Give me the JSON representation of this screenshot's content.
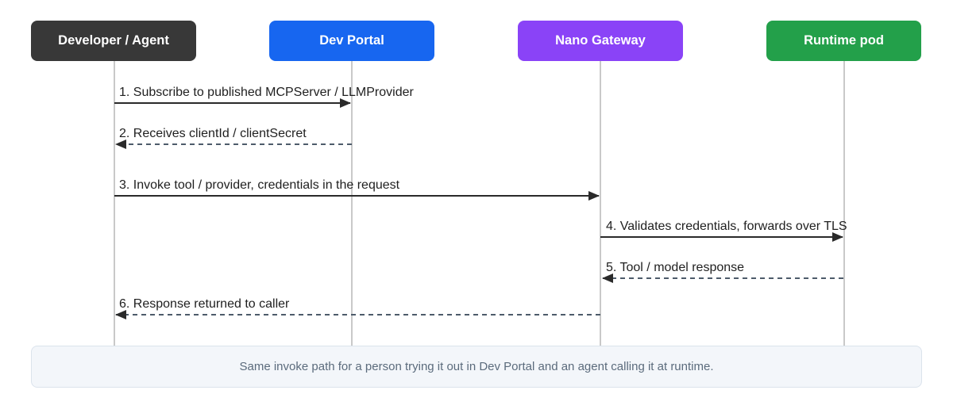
{
  "colors": {
    "developer": "#383838",
    "devportal": "#1766f0",
    "gateway": "#8a43f7",
    "runtime": "#23a04a",
    "lifeline": "#c9c9c9",
    "solid_arrow": "#2a2a2a",
    "dashed_arrow": "#4d5b6a"
  },
  "actors": [
    {
      "id": "developer",
      "label": "Developer / Agent"
    },
    {
      "id": "devportal",
      "label": "Dev Portal"
    },
    {
      "id": "gateway",
      "label": "Nano Gateway"
    },
    {
      "id": "runtime",
      "label": "Runtime pod"
    }
  ],
  "messages": [
    {
      "label": "1. Subscribe to published MCPServer / LLMProvider",
      "from": "developer",
      "to": "devportal",
      "style": "solid"
    },
    {
      "label": "2. Receives clientId / clientSecret",
      "from": "devportal",
      "to": "developer",
      "style": "dashed"
    },
    {
      "label": "3. Invoke tool / provider, credentials in the request",
      "from": "developer",
      "to": "gateway",
      "style": "solid"
    },
    {
      "label": "4. Validates credentials, forwards over TLS",
      "from": "gateway",
      "to": "runtime",
      "style": "solid"
    },
    {
      "label": "5. Tool / model response",
      "from": "runtime",
      "to": "gateway",
      "style": "dashed"
    },
    {
      "label": "6. Response returned to caller",
      "from": "gateway",
      "to": "developer",
      "style": "dashed"
    }
  ],
  "note": "Same invoke path for a person trying it out in Dev Portal and an agent calling it at runtime."
}
